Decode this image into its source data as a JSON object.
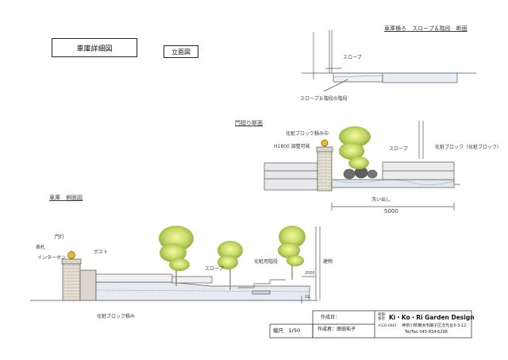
{
  "header": {
    "title": "車庫詳細図",
    "view": "立面図"
  },
  "sections": {
    "top_right": "車庫横ろ　スロープ＆階段　断面",
    "middle": "門廻り断面",
    "bottom": "車庫　側面図"
  },
  "annotations": {
    "slope": "スロープ",
    "slope_bottom_stairs": "スロープ＆階段の階段",
    "top_post": "化粧ブロック積み中",
    "h_mark": "H1800 調整可能",
    "mid_slope": "スロープ",
    "mid_block": "化粧ブロック（化粧ブロック）",
    "gravel": "洗い出し",
    "dim_5000": "5000",
    "gate_light": "門灯",
    "post_name": "表札",
    "intercom": "インターホン",
    "post_box": "ポスト",
    "mid_slope_b": "スロープ",
    "stairs_b": "化粧用階段",
    "building_b": "建物",
    "block_b": "化粧ブロック積み",
    "dim_b": "2000",
    "gl_b": "GL"
  },
  "title_block": {
    "company": "Ki・Ko・Ri  Garden  Design",
    "company_prefix": "有限\n会社",
    "address_zip": "〒235-0045",
    "address": "神奈川県横浜市磯子区洋光台3-3-12",
    "tel": "Tel/Fax  045-834-6298",
    "date_label": "作成日：",
    "author_label": "作成者：原田祐子",
    "scale_label": "縮尺　1/50"
  }
}
